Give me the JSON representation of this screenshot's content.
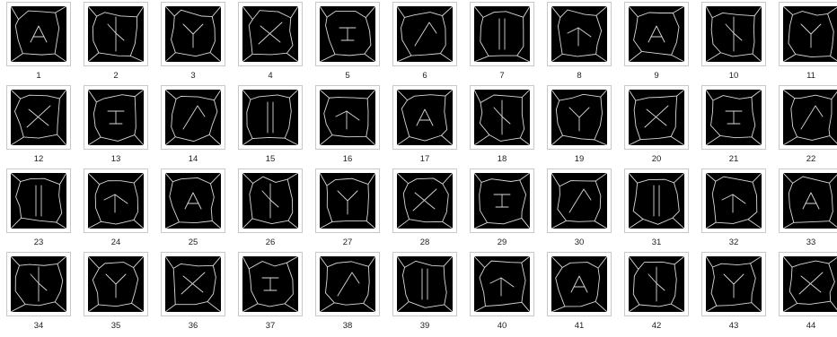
{
  "colors": {
    "background": "#ffffff",
    "tile_background": "#000000",
    "stroke": "#d8d8d8",
    "caption_text": "#222222",
    "tile_border": "#c8c8c8"
  },
  "icon_name": "image-thumbnail-icon",
  "thumbnails": [
    {
      "caption": "1",
      "depicts": "skeleton-glyph-A"
    },
    {
      "caption": "2",
      "depicts": "skeleton-glyph-B"
    },
    {
      "caption": "3",
      "depicts": "skeleton-glyph-C"
    },
    {
      "caption": "4",
      "depicts": "skeleton-glyph-D"
    },
    {
      "caption": "5",
      "depicts": "skeleton-glyph-E"
    },
    {
      "caption": "6",
      "depicts": "skeleton-glyph-F"
    },
    {
      "caption": "7",
      "depicts": "skeleton-glyph-G"
    },
    {
      "caption": "8",
      "depicts": "skeleton-glyph-H"
    },
    {
      "caption": "9",
      "depicts": "skeleton-glyph-I"
    },
    {
      "caption": "10",
      "depicts": "skeleton-glyph-J"
    },
    {
      "caption": "11",
      "depicts": "skeleton-glyph-K"
    },
    {
      "caption": "12",
      "depicts": "skeleton-glyph-L"
    },
    {
      "caption": "13",
      "depicts": "skeleton-glyph-M"
    },
    {
      "caption": "14",
      "depicts": "skeleton-glyph-N"
    },
    {
      "caption": "15",
      "depicts": "skeleton-glyph-O"
    },
    {
      "caption": "16",
      "depicts": "skeleton-glyph-P"
    },
    {
      "caption": "17",
      "depicts": "skeleton-glyph-Q"
    },
    {
      "caption": "18",
      "depicts": "skeleton-glyph-R"
    },
    {
      "caption": "19",
      "depicts": "skeleton-glyph-S"
    },
    {
      "caption": "20",
      "depicts": "skeleton-glyph-T"
    },
    {
      "caption": "21",
      "depicts": "skeleton-glyph-U"
    },
    {
      "caption": "22",
      "depicts": "skeleton-glyph-V"
    },
    {
      "caption": "23",
      "depicts": "skeleton-glyph-W"
    },
    {
      "caption": "24",
      "depicts": "skeleton-glyph-X"
    },
    {
      "caption": "25",
      "depicts": "skeleton-glyph-Y"
    },
    {
      "caption": "26",
      "depicts": "skeleton-glyph-Z"
    },
    {
      "caption": "27",
      "depicts": "skeleton-glyph-0"
    },
    {
      "caption": "28",
      "depicts": "skeleton-glyph-1"
    },
    {
      "caption": "29",
      "depicts": "skeleton-glyph-2"
    },
    {
      "caption": "30",
      "depicts": "skeleton-glyph-3"
    },
    {
      "caption": "31",
      "depicts": "skeleton-glyph-4"
    },
    {
      "caption": "32",
      "depicts": "skeleton-glyph-5"
    },
    {
      "caption": "33",
      "depicts": "skeleton-glyph-6"
    },
    {
      "caption": "34",
      "depicts": "skeleton-glyph-7"
    },
    {
      "caption": "35",
      "depicts": "skeleton-glyph-8"
    },
    {
      "caption": "36",
      "depicts": "skeleton-glyph-9"
    },
    {
      "caption": "37",
      "depicts": "skeleton-glyph-10"
    },
    {
      "caption": "38",
      "depicts": "skeleton-glyph-11"
    },
    {
      "caption": "39",
      "depicts": "skeleton-glyph-12"
    },
    {
      "caption": "40",
      "depicts": "skeleton-glyph-13"
    },
    {
      "caption": "41",
      "depicts": "skeleton-glyph-14"
    },
    {
      "caption": "42",
      "depicts": "skeleton-glyph-15"
    },
    {
      "caption": "43",
      "depicts": "skeleton-glyph-16"
    },
    {
      "caption": "44",
      "depicts": "skeleton-glyph-17"
    }
  ]
}
